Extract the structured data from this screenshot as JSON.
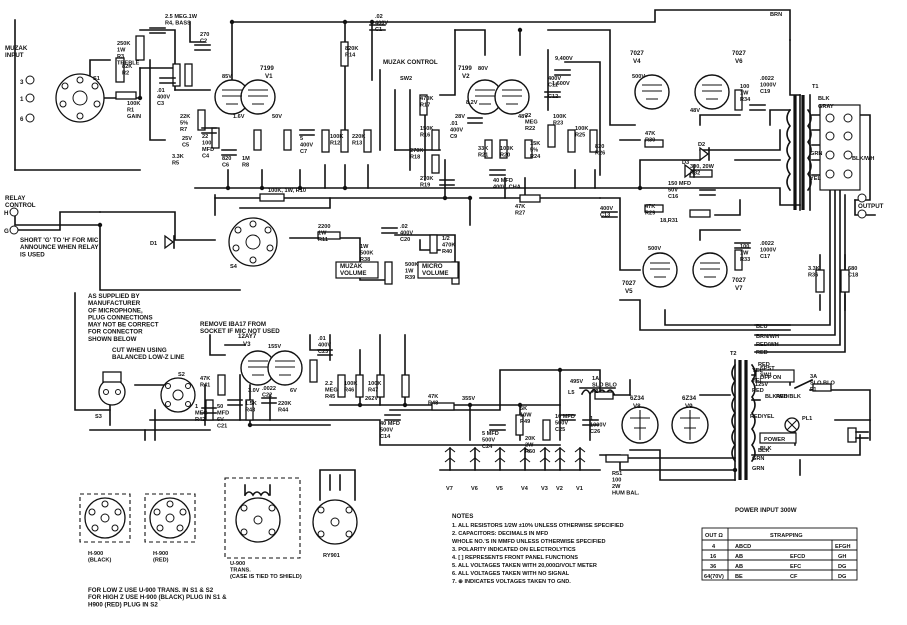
{
  "inputs": {
    "muzak_input": "MUZAK\nINPUT",
    "relay_control": "RELAY\nCONTROL",
    "relay_pins": [
      "H",
      "G"
    ],
    "s1_pins": [
      "3",
      "1",
      "6"
    ],
    "short_note": "SHORT 'G' TO 'H' FOR MIC\nANNOUNCE WHEN RELAY\nIS USED"
  },
  "tube_labels": [
    {
      "name": "V1",
      "type": "7199",
      "ref": "V1"
    },
    {
      "name": "V2",
      "type": "7199",
      "ref": "V2"
    },
    {
      "name": "V3",
      "type": "12AY7",
      "ref": "V3"
    },
    {
      "name": "V4",
      "type": "7027",
      "ref": "V4"
    },
    {
      "name": "V5",
      "type": "7027",
      "ref": "V5"
    },
    {
      "name": "V6",
      "type": "7027",
      "ref": "V6"
    },
    {
      "name": "V7",
      "type": "7027",
      "ref": "V7"
    },
    {
      "name": "V8",
      "type": "6Z34",
      "ref": "V8"
    },
    {
      "name": "V9",
      "type": "6Z34",
      "ref": "V9"
    }
  ],
  "component_labels": {
    "r3": "250K\n1W\nR3\nTREBLE",
    "r4_r5": "2.5 MEG.1W\nR4, BASS",
    "r1": "100K\nR1\nGAIN",
    "r2": "82K\nR2",
    "r7": "22K\n5%\nR7",
    "r8": "1M\nR8",
    "r14": "820K\nR14",
    "r13": "220K\nR13",
    "r12": "100K\nR12",
    "c1": ".02\n400V\nC1",
    "c2": "270\nC2",
    "c3": ".01\n400V\nC3",
    "c4": "22\n100\nMFD\nC4",
    "c5": "25V\nC5",
    "c6": "820\nC6",
    "c7": "5\n400V\nC7",
    "c8": "3.3K\nR5",
    "c10": "400V\nC10",
    "c11": "400V\nC11",
    "c12": "C12",
    "r16": "150K\nR16",
    "r17": "470K\nR17",
    "r18": "270K\nR18",
    "r19": "270K\nR19",
    "r20": "100K\nR20",
    "r21": "33K\nR21",
    "r22": "22\nMEG\nR22",
    "r23": "100K\nR23",
    "r24": "15K\n5%\nR24",
    "r25": "100K\nR25",
    "r26": "820\nR26",
    "r27": "47K\nR27",
    "c9": ".01\n400V\nC9",
    "c12b": "40 MFD\n400V, CHA",
    "r10": "100K, 1W, R10",
    "r11": "2200\n1W\nR11",
    "c20": ".02\n400V\nC20",
    "r38": "1W\n500K\nR38",
    "muzak_volume": "MUZAK\nVOLUME",
    "mic_volume": "MICRO\nVOLUME",
    "r39": "500K\n1W\nR39",
    "r40": "1/2\n470K\nR40",
    "sw2": "SW2",
    "muzak_control": "MUZAK CONTROL",
    "r30": "47K\nR30",
    "d1": "D1",
    "d2": "D2",
    "d3": "D3",
    "c16": "150 MFD\n50V\nC16",
    "d_300": "300, 20W\nR32",
    "r29": "47K\nR29",
    "c13": "400V\nC13",
    "r31": "18,R31",
    "r34": "100\n1W\nR34",
    "c17": ".0022\n1000V\nC17",
    "r33": "100\n1W\nR33",
    "c19": ".0022\n1000V\nC19",
    "r35": "3.3K\nR35",
    "c18": "680\nC18",
    "r36": "3.3K\nR36",
    "c21": "50\nMFD\n6V\nC21",
    "r41": "47K\nR41",
    "r42": "1\nMEG\nR42",
    "r43": "1.5K\nR43",
    "c22": ".0022\nC22",
    "r44": "220K\nR44",
    "c23": ".01\n400V\nC23",
    "r45": "2.2\nMEG\nR45",
    "r46": "100K\nR46",
    "r47": "100K\nR47",
    "r48": "47K\nR48",
    "c14": "40 MFD\n500V\nC14",
    "c24": "5 MFD\n500V\nC24",
    "r49": "5K\n10W\nR49",
    "r50": "20K\n2W\nR50",
    "c25": "10 MFD\n500V\nC25",
    "c26": "1\n1000V\nC26",
    "l5": "L5",
    "f2": "1A\nSLO BLO\nF2",
    "r51": "R51\n100\n2W\nHUM BAL.",
    "sw1": "SPST\nSW1",
    "f1": "3A\nSLO BLO\nF1",
    "pl1": "PL1",
    "power": "POWER",
    "t1": "T1",
    "t2": "T2",
    "s2": "S2",
    "s3": "S3",
    "s4": "S4",
    "s1": "S1"
  },
  "voltages": [
    "85V",
    "1.6V",
    "50V",
    "80V",
    "48V",
    "9,400V",
    "1,600V",
    "500V",
    "500V",
    "262V",
    "355V",
    "495V",
    "8.2V",
    "48V",
    "28V",
    "155V",
    "3.0V",
    "6V"
  ],
  "wire_colors": [
    "BRN",
    "BLK",
    "GRAY",
    "GRN",
    "BLK/WH",
    "YEL",
    "BRN/WH",
    "RED/WH",
    "RED",
    "BLU",
    "YEL",
    "YEL",
    "RED",
    "RED/YEL",
    "GRN",
    "GRN",
    "BLK",
    "BLK/WH"
  ],
  "output_label": "OUTPUT",
  "power_input": "POWER INPUT 300W",
  "off_on": "OFF ON",
  "red_label": "RED",
  "blk_label": "BLK",
  "red_blk": "RED/BLK",
  "note_117": "125V",
  "tube_heater_labels": [
    "V7",
    "V6",
    "V5",
    "V4",
    "V3",
    "V2",
    "V1"
  ],
  "mic_note": "AS SUPPLIED BY\nMANUFACTURER\nOF MICROPHONE,\nPLUG CONNECTIONS\nMAY NOT BE CORRECT\nFOR CONNECTOR\nSHOWN BELOW",
  "cut_note": "CUT WHEN USING\nBALANCED LOW-Z LINE",
  "remove_note": "REMOVE IBA17 FROM\nSOCKET IF MIC NOT USED",
  "plugs": [
    {
      "label": "H-900\n(BLACK)"
    },
    {
      "label": "H-900\n(RED)"
    },
    {
      "label": "U-900\nTRANS.\n(CASE IS TIED TO SHIELD)"
    },
    {
      "label": "RY901"
    }
  ],
  "plug_notes": "FOR LOW Z USE U-900 TRANS. IN S1 & S2\nFOR HIGH Z USE H-900 (BLACK) PLUG IN S1 &\nH900 (RED) PLUG IN S2",
  "notes": {
    "title": "NOTES",
    "items": [
      "1. ALL RESISTORS 1/2W ±10% UNLESS OTHERWISE SPECIFIED",
      "2. CAPACITORS: DECIMALS IN MFD",
      "   WHOLE NO.'S IN MMFD UNLESS OTHERWISE SPECIFIED",
      "3. POLARITY INDICATED ON ELECTROLYTICS",
      "4. [ ] REPRESENTS FRONT PANEL FUNCTIONS",
      "5. ALL VOLTAGES TAKEN WITH 20,000Ω/VOLT METER",
      "6. ALL VOLTAGES TAKEN WITH NO SIGNAL",
      "7. ⊕ INDICATES VOLTAGES TAKEN TO GND."
    ]
  },
  "strapping": {
    "headers": [
      "OUT Ω",
      "STRAPPING",
      ""
    ],
    "rows": [
      [
        "4",
        "ABCD",
        "EFGH"
      ],
      [
        "16",
        "AB",
        "EFCD",
        "GH"
      ],
      [
        "36",
        "AB",
        "EFC",
        "DG"
      ],
      [
        "64(70V)",
        "BE",
        "CF",
        "DG"
      ]
    ]
  }
}
